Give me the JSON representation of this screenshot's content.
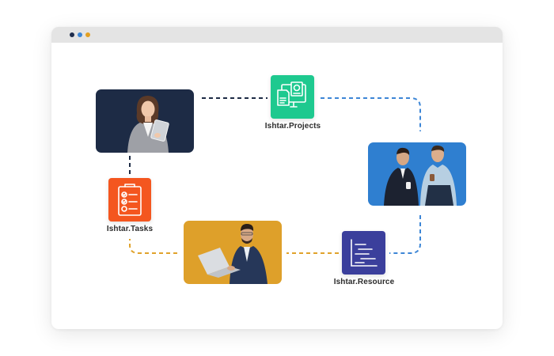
{
  "window": {
    "traffic_lights": [
      {
        "name": "close",
        "color": "#1f2d4d"
      },
      {
        "name": "minimize",
        "color": "#3d86d6"
      },
      {
        "name": "maximize",
        "color": "#e2a023"
      }
    ]
  },
  "colors": {
    "navy_photo_bg": "#1d2b45",
    "blue_photo_bg": "#2f7fd0",
    "gold_photo_bg": "#dea02a",
    "projects_tile": "#1ec98f",
    "tasks_tile": "#f4561f",
    "resource_tile": "#3b3f9c",
    "connector_dark": "#1d2b45",
    "connector_blue": "#3d86d6",
    "connector_gold": "#e0a22b"
  },
  "nodes": {
    "projects": {
      "label": "Ishtar.Projects",
      "icon": "monitor-documents-icon"
    },
    "tasks": {
      "label": "Ishtar.Tasks",
      "icon": "clipboard-checklist-icon"
    },
    "resource": {
      "label": "Ishtar.Resource",
      "icon": "gantt-chart-icon"
    }
  },
  "photos": {
    "woman_tablet": {
      "subject": "woman-with-tablet"
    },
    "two_men": {
      "subject": "two-men-with-coffee"
    },
    "man_laptop": {
      "subject": "man-with-laptop"
    }
  }
}
